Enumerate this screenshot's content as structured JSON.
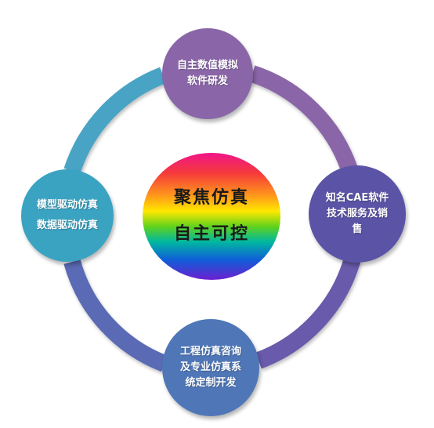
{
  "center": {
    "lines": [
      "聚焦仿真",
      "自主可控"
    ]
  },
  "nodes": {
    "top": {
      "lines": [
        "自主数值模拟",
        "软件研发"
      ]
    },
    "right": {
      "lines": [
        "知名CAE软件",
        "技术服务及销",
        "售"
      ]
    },
    "bottom": {
      "lines": [
        "工程仿真咨询",
        "及专业仿真系",
        "统定制开发"
      ]
    },
    "left": {
      "lines": [
        "模型驱动仿真",
        "数据驱动仿真"
      ]
    }
  },
  "colors": {
    "ring_top": "#8a66a8",
    "ring_right": "#6a5aab",
    "ring_bottom": "#5a6ab4",
    "ring_left": "#49a3c4",
    "node_top": "#8a66a8",
    "node_right": "#5b53a6",
    "node_bottom": "#4f77b8",
    "node_left": "#3aa3c2"
  }
}
